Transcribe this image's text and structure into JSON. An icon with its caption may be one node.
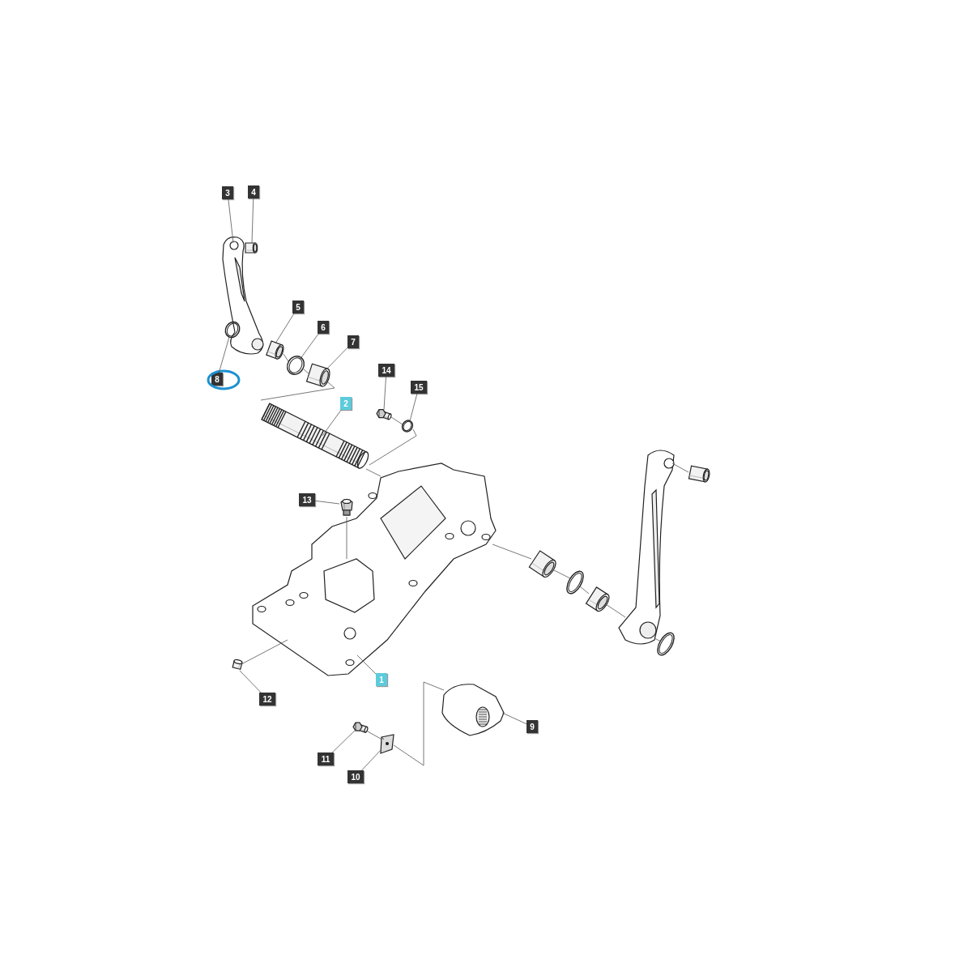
{
  "diagram": {
    "nodes": [
      {
        "text": [
          "3"
        ]
      },
      {
        "text": [
          "4"
        ]
      },
      {
        "text": [
          "5"
        ]
      },
      {
        "text": [
          "6"
        ]
      },
      {
        "text": [
          "7"
        ]
      },
      {
        "text": [
          "8"
        ]
      },
      {
        "text": [
          "2"
        ]
      },
      {
        "text": [
          "14"
        ]
      },
      {
        "text": [
          "15"
        ]
      },
      {
        "text": [
          "13"
        ]
      },
      {
        "text": [
          "1"
        ]
      },
      {
        "text": [
          "12"
        ]
      },
      {
        "text": [
          "9"
        ]
      },
      {
        "text": [
          "11"
        ]
      },
      {
        "text": [
          "10"
        ]
      },
      {
        "text": [],
        "shape": "picture"
      },
      {
        "text": [],
        "shape": "picture"
      },
      {
        "text": [],
        "shape": "picture"
      },
      {
        "text": [],
        "shape": "circle"
      },
      {
        "text": [],
        "shape": "picture"
      },
      {
        "text": [],
        "shape": "circle"
      },
      {
        "text": [],
        "shape": "picture"
      },
      {
        "text": [],
        "shape": "picture"
      },
      {
        "text": [],
        "shape": "circle"
      },
      {
        "text": [],
        "shape": "picture"
      },
      {
        "text": [],
        "shape": "picture"
      },
      {
        "text": [],
        "shape": "picture"
      },
      {
        "text": [],
        "shape": "picture"
      },
      {
        "text": [],
        "shape": "picture"
      },
      {
        "text": [],
        "shape": "picture"
      },
      {
        "text": [],
        "shape": "picture"
      },
      {
        "text": [],
        "shape": "circle"
      },
      {
        "text": [],
        "shape": "picture"
      },
      {
        "text": [],
        "shape": "picture"
      },
      {
        "text": [],
        "shape": "picture"
      },
      {
        "text": [],
        "shape": "circle"
      }
    ],
    "edges": [
      {
        "from": 0,
        "to": 15,
        "arrow": "none"
      },
      {
        "from": 1,
        "to": 16,
        "arrow": "none"
      },
      {
        "from": 2,
        "to": 17,
        "arrow": "none"
      },
      {
        "from": 3,
        "to": 18,
        "arrow": "none"
      },
      {
        "from": 4,
        "to": 19,
        "arrow": "none"
      },
      {
        "from": 5,
        "to": 20,
        "arrow": "none"
      },
      {
        "from": 6,
        "to": 21,
        "arrow": "none"
      },
      {
        "from": 7,
        "to": 22,
        "arrow": "none"
      },
      {
        "from": 8,
        "to": 23,
        "arrow": "none"
      },
      {
        "from": 9,
        "to": 24,
        "arrow": "none"
      },
      {
        "from": 10,
        "to": 25,
        "arrow": "none"
      },
      {
        "from": 11,
        "to": 26,
        "arrow": "none"
      },
      {
        "from": 12,
        "to": 27,
        "arrow": "none"
      },
      {
        "from": 13,
        "to": 28,
        "arrow": "none"
      },
      {
        "from": 14,
        "to": 29,
        "arrow": "none"
      },
      {
        "from": 17,
        "to": 18,
        "arrow": "none"
      },
      {
        "from": 18,
        "to": 19,
        "arrow": "none"
      },
      {
        "from": 19,
        "to": 21,
        "arrow": "none"
      },
      {
        "from": 22,
        "to": 23,
        "arrow": "none"
      },
      {
        "from": 23,
        "to": 21,
        "arrow": "none"
      },
      {
        "from": 21,
        "to": 25,
        "arrow": "none"
      },
      {
        "from": 24,
        "to": 25,
        "arrow": "none"
      },
      {
        "from": 25,
        "to": 30,
        "arrow": "none"
      },
      {
        "from": 30,
        "to": 31,
        "arrow": "none"
      },
      {
        "from": 31,
        "to": 32,
        "arrow": "none"
      },
      {
        "from": 32,
        "to": 33,
        "arrow": "none"
      },
      {
        "from": 33,
        "to": 34,
        "arrow": "none"
      },
      {
        "from": 33,
        "to": 35,
        "arrow": "none"
      },
      {
        "from": 26,
        "to": 25,
        "arrow": "none"
      },
      {
        "from": 28,
        "to": 29,
        "arrow": "none"
      },
      {
        "from": 29,
        "to": 27,
        "arrow": "none"
      }
    ]
  }
}
